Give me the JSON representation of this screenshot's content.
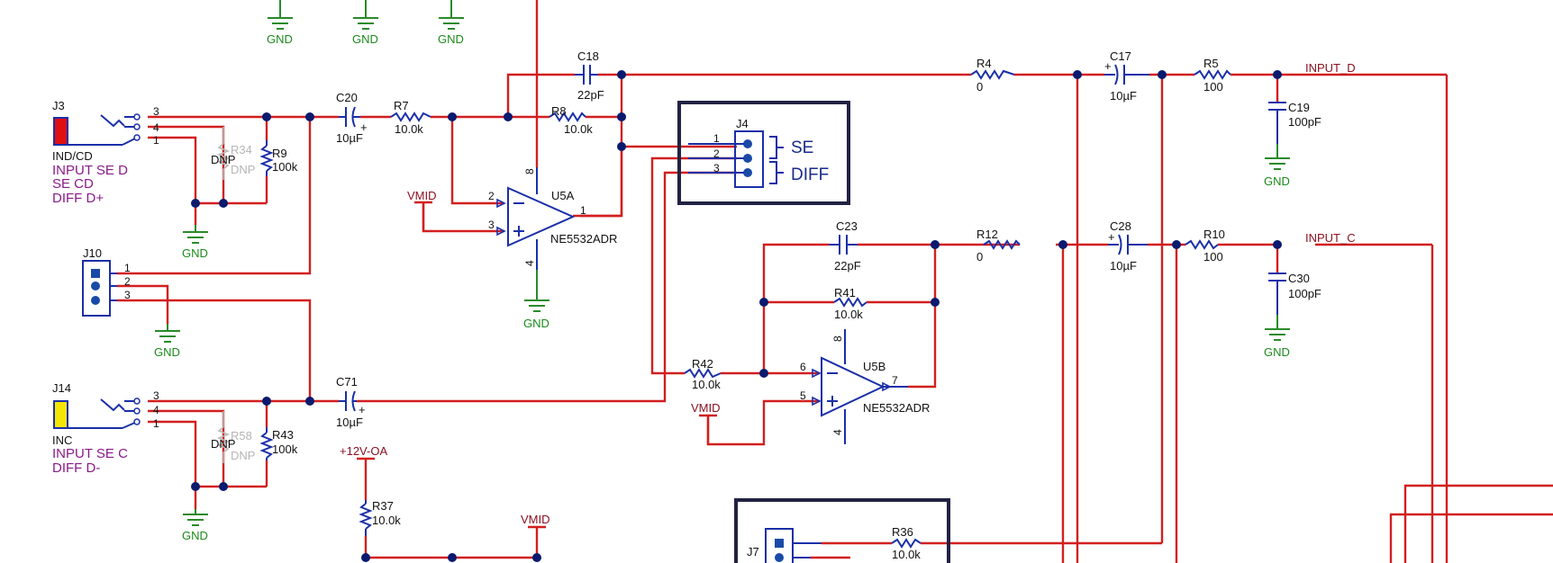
{
  "components": {
    "c18": {
      "ref": "C18",
      "val": "22pF"
    },
    "c20": {
      "ref": "C20",
      "val": "10µF"
    },
    "r7": {
      "ref": "R7",
      "val": "10.0k"
    },
    "r8": {
      "ref": "R8",
      "val": "10.0k"
    },
    "r4": {
      "ref": "R4",
      "val": "0"
    },
    "c17": {
      "ref": "C17",
      "val": "10µF"
    },
    "r5": {
      "ref": "R5",
      "val": "100"
    },
    "c19": {
      "ref": "C19",
      "val": "100pF"
    },
    "j3": {
      "ref": "J3",
      "name": "IND/CD",
      "note1": "INPUT SE D",
      "note2": "SE CD",
      "note3": "DIFF D+"
    },
    "r34": {
      "ref": "R34",
      "val": "DNP",
      "dnp": "DNP"
    },
    "r9": {
      "ref": "R9",
      "val": "100k"
    },
    "j4": {
      "ref": "J4",
      "se": "SE",
      "diff": "DIFF"
    },
    "u5a": {
      "ref": "U5A",
      "part": "NE5532ADR"
    },
    "c23": {
      "ref": "C23",
      "val": "22pF"
    },
    "r12": {
      "ref": "R12",
      "val": "0"
    },
    "c28": {
      "ref": "C28",
      "val": "10µF"
    },
    "r10": {
      "ref": "R10",
      "val": "100"
    },
    "c30": {
      "ref": "C30",
      "val": "100pF"
    },
    "r41": {
      "ref": "R41",
      "val": "10.0k"
    },
    "j10": {
      "ref": "J10"
    },
    "r42": {
      "ref": "R42",
      "val": "10.0k"
    },
    "u5b": {
      "ref": "U5B",
      "part": "NE5532ADR"
    },
    "j14": {
      "ref": "J14",
      "name": "INC",
      "note1": "INPUT SE C",
      "note2": "DIFF D-"
    },
    "c71": {
      "ref": "C71",
      "val": "10µF"
    },
    "r58": {
      "ref": "R58",
      "val": "DNP",
      "dnp": "DNP"
    },
    "r43": {
      "ref": "R43",
      "val": "100k"
    },
    "r37": {
      "ref": "R37",
      "val": "10.0k"
    },
    "r36": {
      "ref": "R36",
      "val": "10.0k"
    },
    "j7": {
      "ref": "J7"
    }
  },
  "nets": {
    "gnd": "GND",
    "vmid": "VMID",
    "input_d": "INPUT_D",
    "input_c": "INPUT_C",
    "v12": "+12V-OA"
  },
  "pins": {
    "p1": "1",
    "p2": "2",
    "p3": "3",
    "p4": "4",
    "p5": "5",
    "p6": "6",
    "p7": "7",
    "p8": "8"
  },
  "colors": {
    "wire": "#d21f1f",
    "component": "#1a2fa8",
    "ground": "#2a8a2a",
    "net_label": "#8a1020",
    "note": "#8a1a8a",
    "dnp": "#b5b5b5",
    "junction": "#0a1a6e"
  }
}
